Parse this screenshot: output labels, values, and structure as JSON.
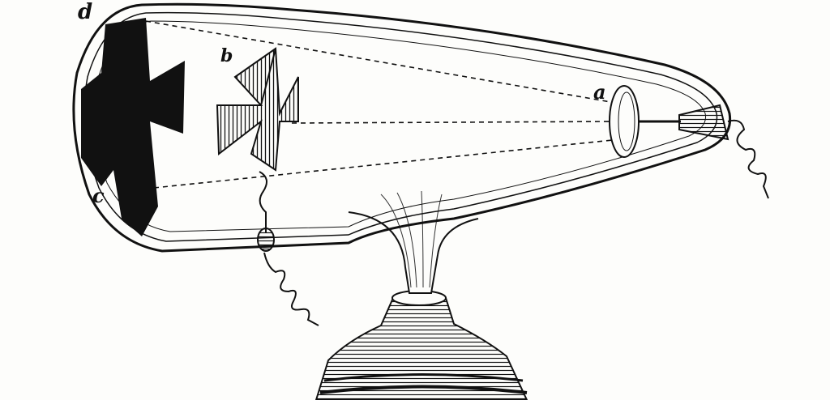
{
  "labels": {
    "d": "d",
    "b": "b",
    "a": "a",
    "c": "c"
  },
  "colors": {
    "ink": "#111111",
    "paper": "#fdfdfb"
  }
}
